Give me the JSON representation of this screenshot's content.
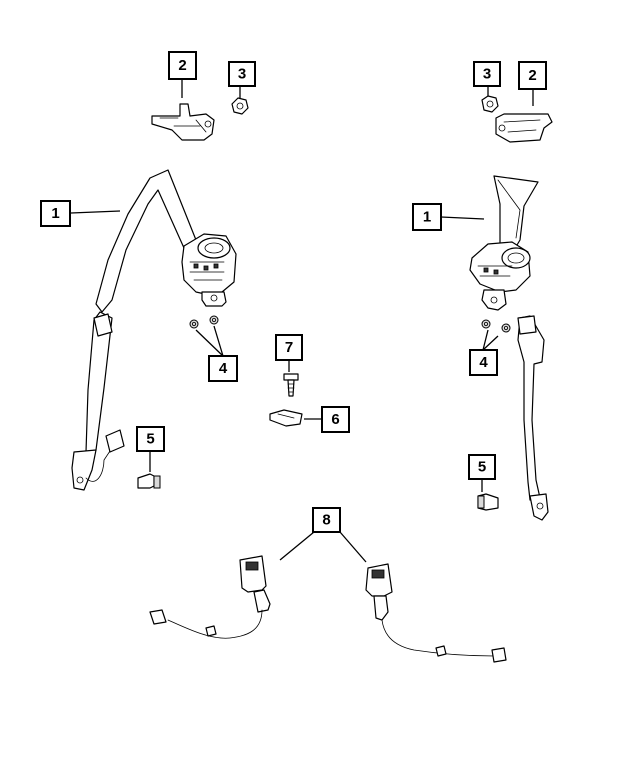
{
  "callouts": {
    "c1_left": "1",
    "c1_right": "1",
    "c2_left": "2",
    "c2_right": "2",
    "c3_left": "3",
    "c3_right": "3",
    "c4_left": "4",
    "c4_right": "4",
    "c5_left": "5",
    "c5_right": "5",
    "c6": "6",
    "c7": "7",
    "c8": "8"
  },
  "colors": {
    "line": "#000000",
    "background": "#ffffff"
  },
  "parts": [
    "seat-belt-retractor-left",
    "seat-belt-retractor-right",
    "belt-guide-bracket-left",
    "belt-guide-bracket-right",
    "nut-left",
    "nut-right",
    "bolt-pair-left",
    "bolt-pair-right",
    "anchor-bolt-left",
    "anchor-bolt-right",
    "clip",
    "screw",
    "seat-belt-buckle-left",
    "seat-belt-buckle-right"
  ]
}
